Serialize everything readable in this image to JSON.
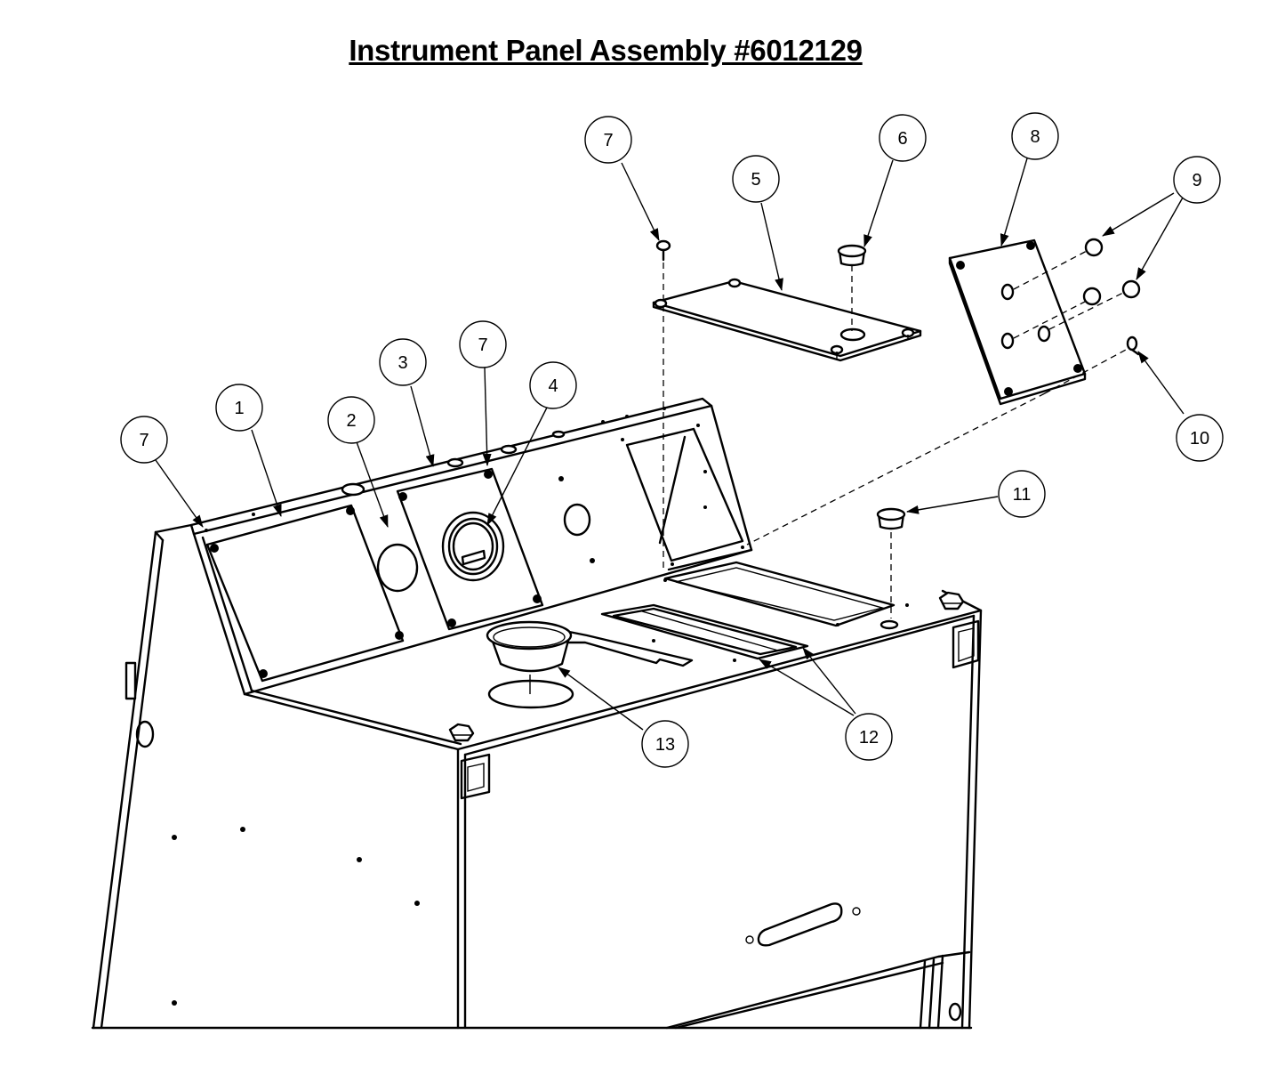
{
  "title": "Instrument Panel Assembly #6012129",
  "callouts": [
    {
      "id": "c1",
      "label": "1"
    },
    {
      "id": "c2",
      "label": "2"
    },
    {
      "id": "c3",
      "label": "3"
    },
    {
      "id": "c4",
      "label": "4"
    },
    {
      "id": "c5",
      "label": "5"
    },
    {
      "id": "c6",
      "label": "6"
    },
    {
      "id": "c7a",
      "label": "7"
    },
    {
      "id": "c7b",
      "label": "7"
    },
    {
      "id": "c7c",
      "label": "7"
    },
    {
      "id": "c8",
      "label": "8"
    },
    {
      "id": "c9",
      "label": "9"
    },
    {
      "id": "c10",
      "label": "10"
    },
    {
      "id": "c11",
      "label": "11"
    },
    {
      "id": "c12",
      "label": "12"
    },
    {
      "id": "c13",
      "label": "13"
    }
  ]
}
